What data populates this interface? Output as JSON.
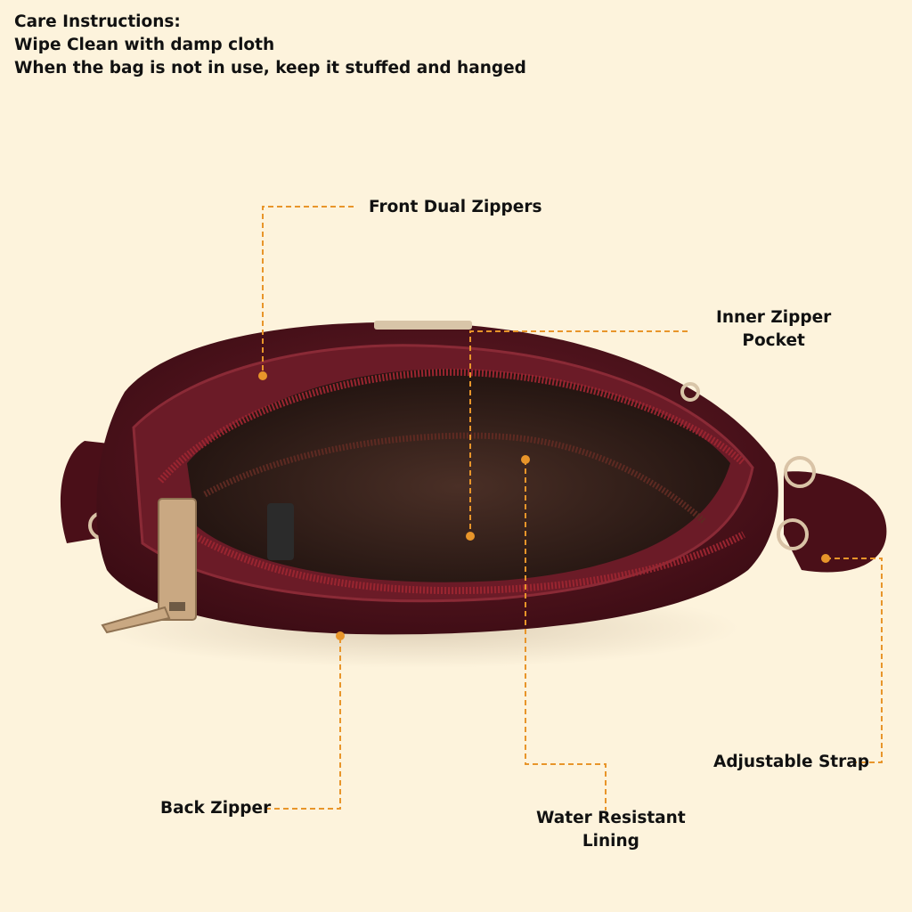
{
  "care": {
    "title": "Care Instructions:",
    "line1": "Wipe Clean with damp cloth",
    "line2": "When the bag is not in use, keep it stuffed and hanged"
  },
  "features": {
    "front_dual_zippers": "Front Dual Zippers",
    "inner_zipper_pocket_line1": "Inner Zipper",
    "inner_zipper_pocket_line2": "Pocket",
    "adjustable_strap": "Adjustable Strap",
    "back_zipper": "Back Zipper",
    "water_resistant_lining_line1": "Water Resistant",
    "water_resistant_lining_line2": "Lining"
  },
  "colors": {
    "background": "#fdf3dc",
    "leader": "#e8952a",
    "bag": "#5a1620",
    "lining": "#3a2420",
    "zipper_metal": "#c9a882"
  }
}
